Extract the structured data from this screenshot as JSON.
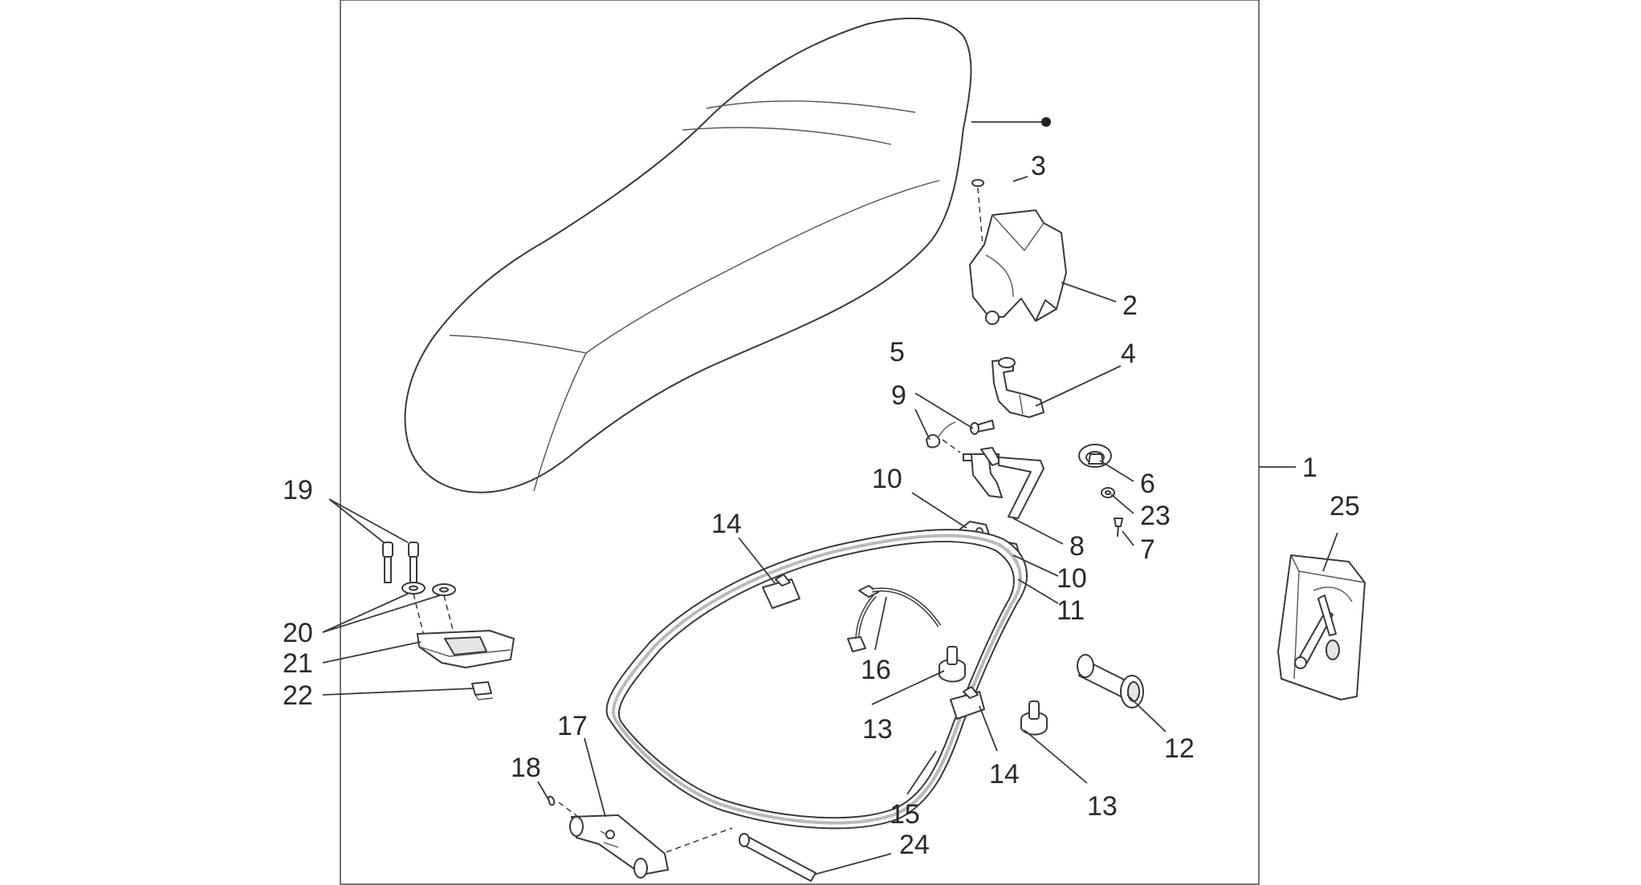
{
  "diagram": {
    "callouts": {
      "c1": "1",
      "c2": "2",
      "c3": "3",
      "c4": "4",
      "c5": "5",
      "c6": "6",
      "c7": "7",
      "c8": "8",
      "c9": "9",
      "c10a": "10",
      "c10b": "10",
      "c11": "11",
      "c12": "12",
      "c13a": "13",
      "c13b": "13",
      "c14a": "14",
      "c14b": "14",
      "c15": "15",
      "c16": "16",
      "c17": "17",
      "c18": "18",
      "c19": "19",
      "c20": "20",
      "c21": "21",
      "c22": "22",
      "c23": "23",
      "c24": "24",
      "c25": "25"
    }
  }
}
